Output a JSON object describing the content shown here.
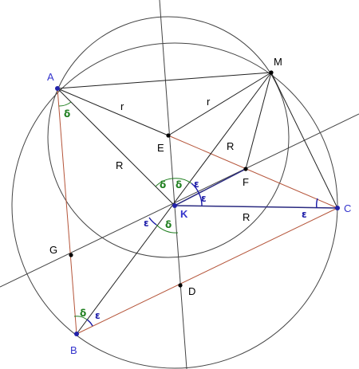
{
  "colors": {
    "line": "#333333",
    "triangle": "#b5553a",
    "point": "#000000",
    "blue_point": "#2222aa",
    "blue_label": "#3333cc",
    "delta": "#1f7f1f",
    "epsilon": "#1a1aa8",
    "background": "#ffffff"
  },
  "points": {
    "A": "A",
    "B": "B",
    "C": "C",
    "M": "M",
    "E": "E",
    "F": "F",
    "K": "K",
    "G": "G",
    "D": "D"
  },
  "segments": {
    "r_top_left": "r",
    "r_top_right": "r",
    "R_AK": "R",
    "R_MK": "R",
    "R_CK": "R"
  },
  "angles": {
    "delta_A": "δ",
    "delta_K_left": "δ",
    "delta_K_right": "δ",
    "delta_K_bottom": "δ",
    "delta_B": "δ",
    "epsilon_K_top": "ε",
    "epsilon_K_right": "ε",
    "epsilon_K_left": "ε",
    "epsilon_C": "ε",
    "epsilon_B": "ε"
  }
}
